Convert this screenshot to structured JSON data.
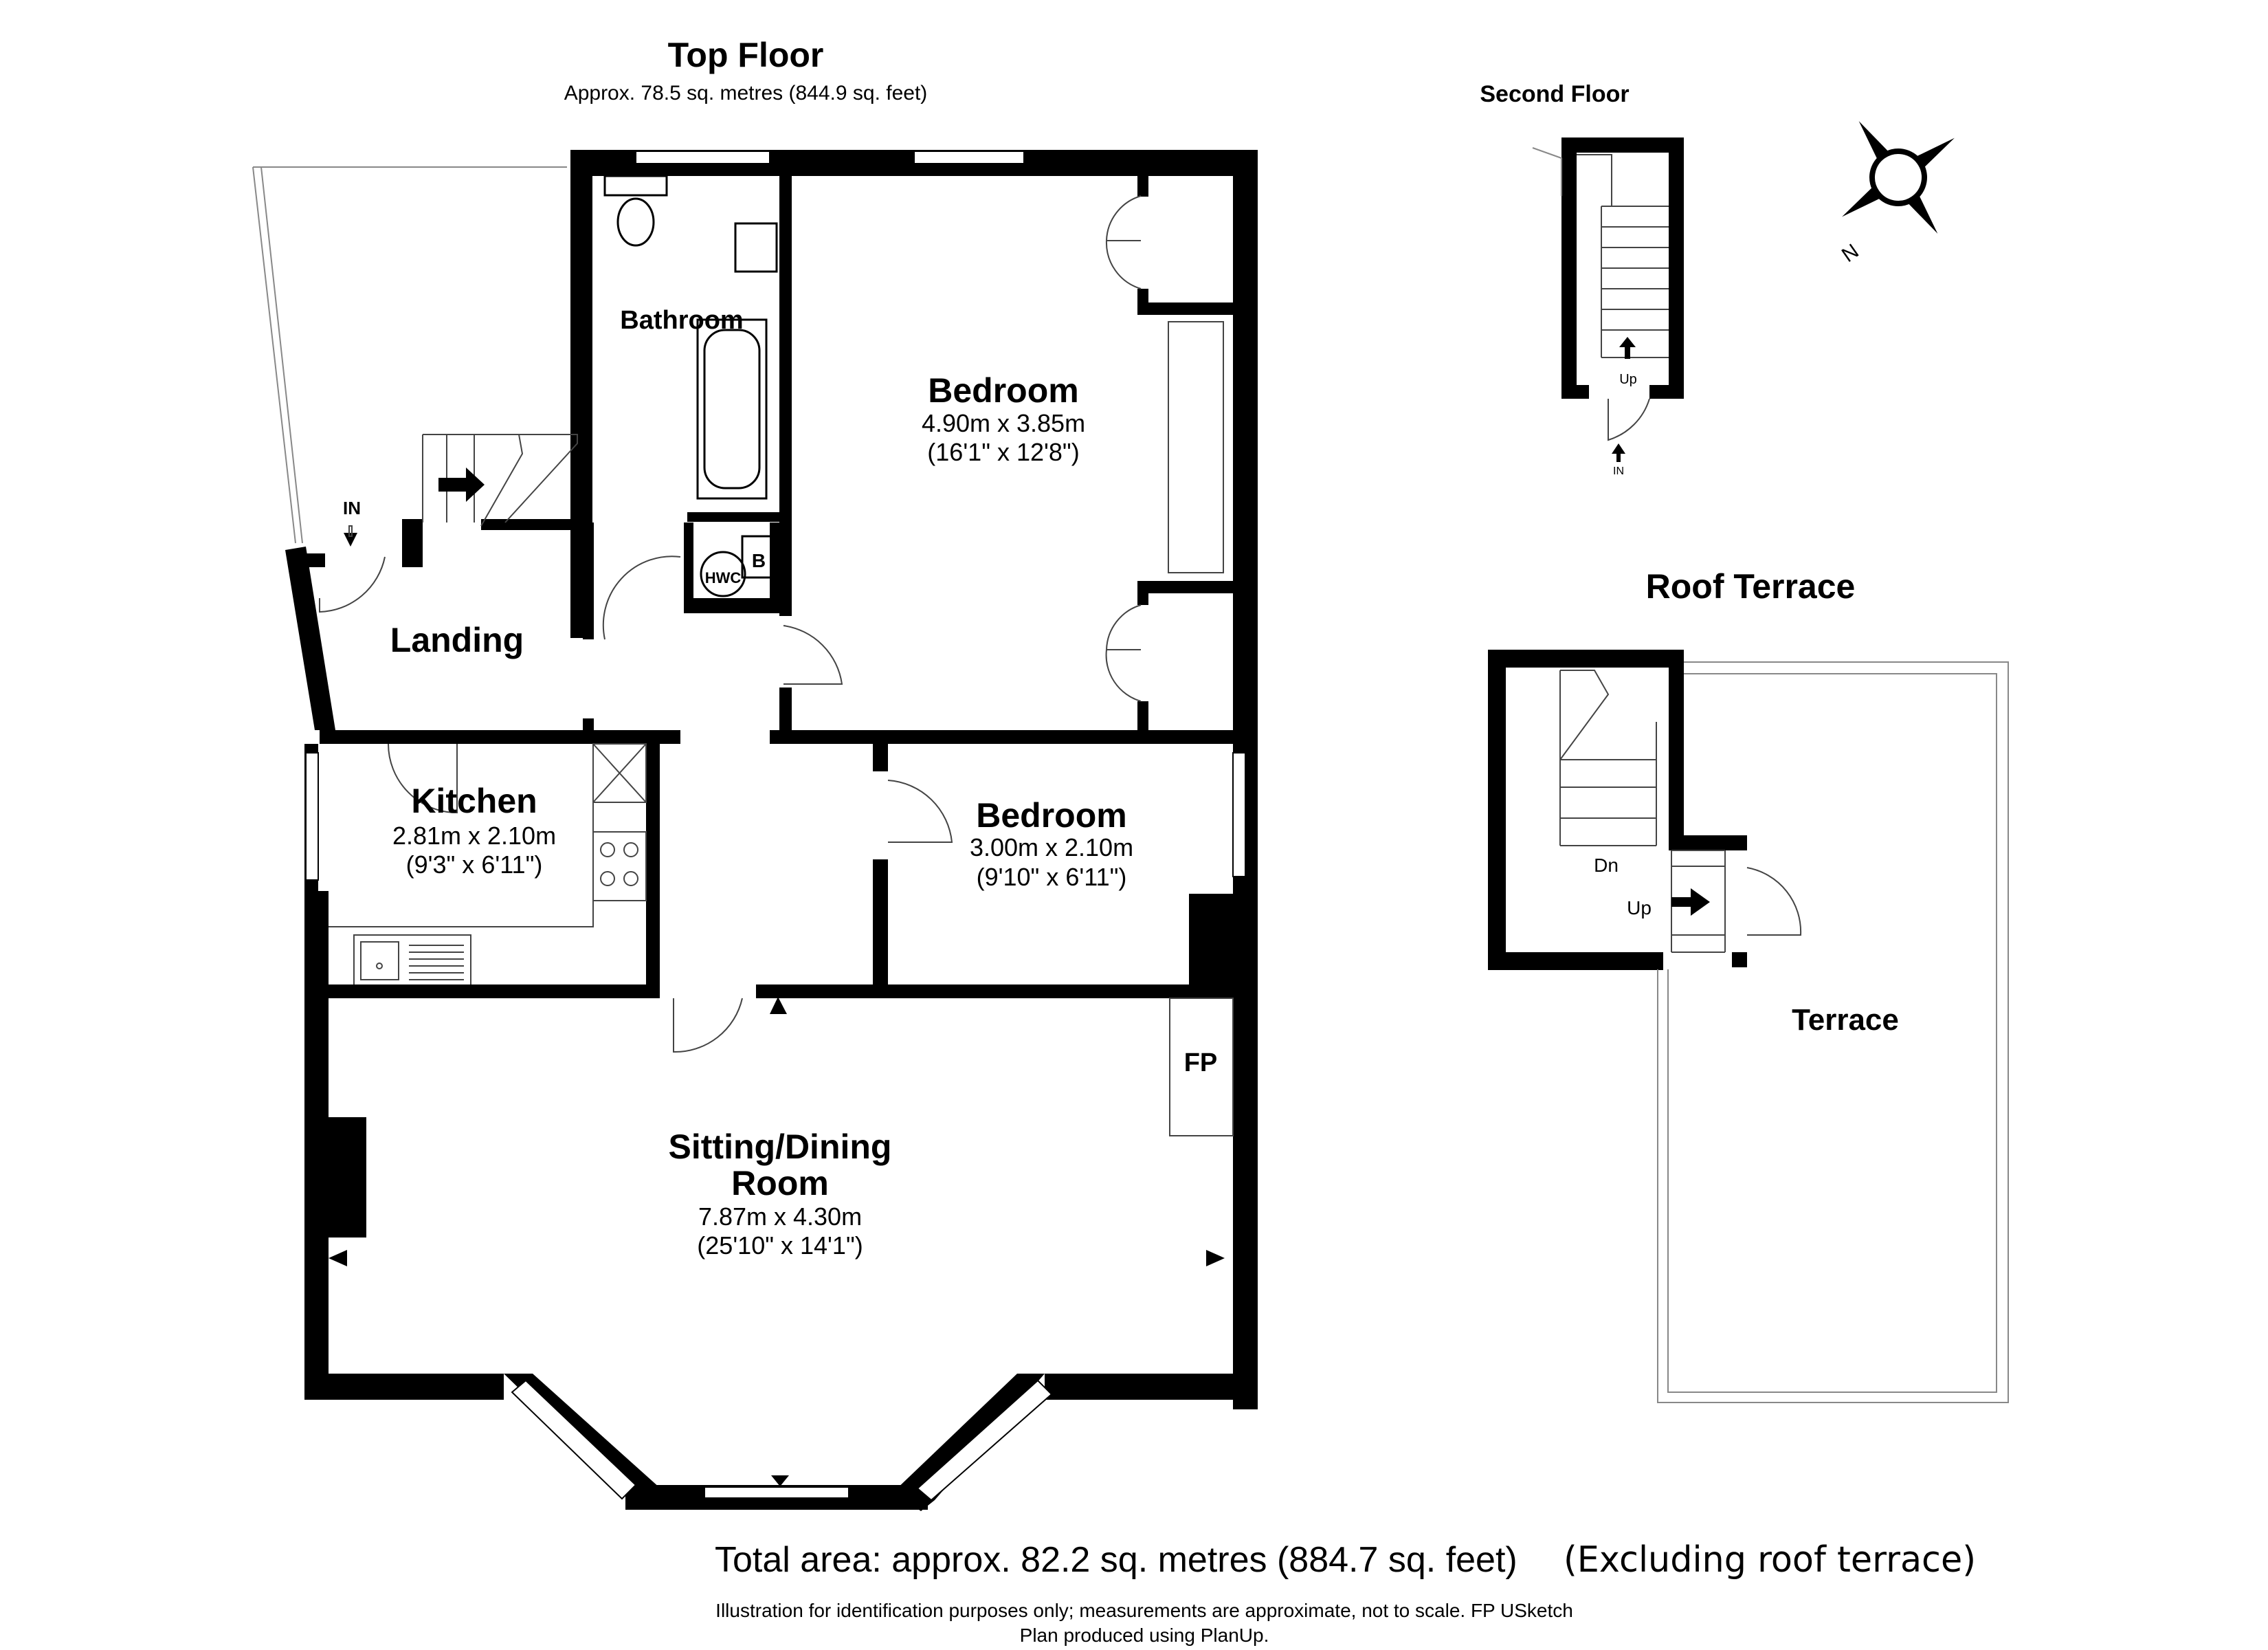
{
  "top_floor": {
    "title": "Top Floor",
    "area": "Approx. 78.5 sq. metres (844.9 sq. feet)"
  },
  "second_floor": {
    "title": "Second Floor",
    "up": "Up",
    "in": "IN"
  },
  "roof_terrace": {
    "title": "Roof Terrace",
    "terrace": "Terrace",
    "dn": "Dn",
    "up": "Up"
  },
  "rooms": {
    "bathroom": "Bathroom",
    "bedroom1": {
      "name": "Bedroom",
      "metric": "4.90m x 3.85m",
      "imperial": "(16'1\" x 12'8\")"
    },
    "landing": "Landing",
    "in": "IN",
    "hwc": "HWC",
    "b": "B",
    "kitchen": {
      "name": "Kitchen",
      "metric": "2.81m x 2.10m",
      "imperial": "(9'3\" x 6'11\")"
    },
    "bedroom2": {
      "name": "Bedroom",
      "metric": "3.00m x 2.10m",
      "imperial": "(9'10\" x 6'11\")"
    },
    "fp": "FP",
    "sitting": {
      "name1": "Sitting/Dining",
      "name2": "Room",
      "metric": "7.87m x 4.30m",
      "imperial": "(25'10\" x 14'1\")"
    }
  },
  "compass": {
    "label": "N"
  },
  "footer": {
    "total": "Total area: approx. 82.2 sq. metres (884.7 sq. feet)",
    "excluding": "(Excluding roof terrace)",
    "disclaimer": "Illustration for identification purposes only; measurements are approximate, not to scale. FP USketch",
    "produced": "Plan produced using PlanUp."
  }
}
